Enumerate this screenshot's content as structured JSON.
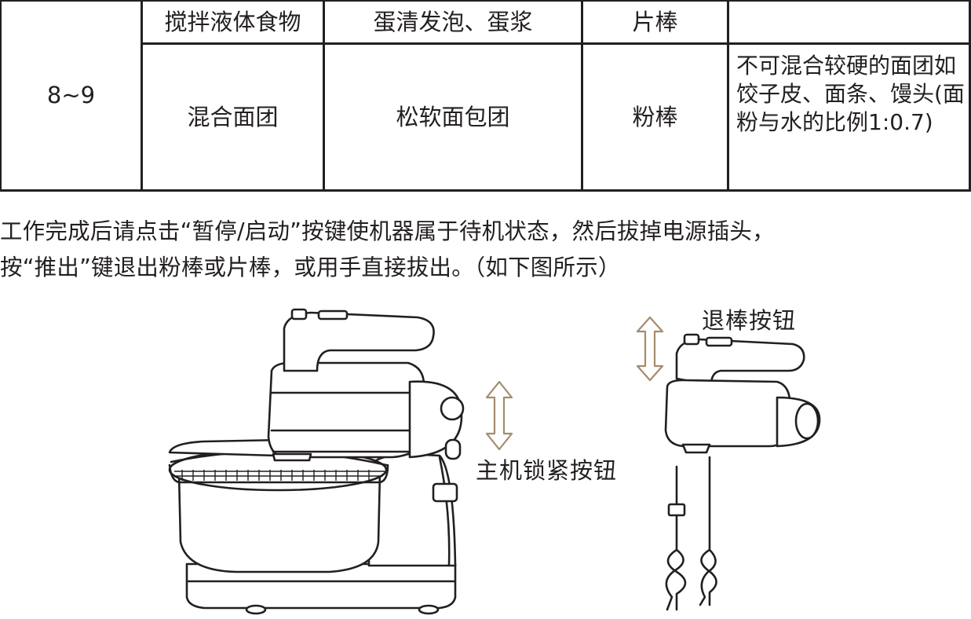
{
  "table": {
    "speed": "8~9",
    "row_top": {
      "function": "搅拌液体食物",
      "food": "蛋清发泡、蛋浆",
      "attachment": "片棒",
      "note": ""
    },
    "row_bottom": {
      "function": "混合面团",
      "food": "松软面包团",
      "attachment": "粉棒",
      "note": "不可混合较硬的面团如饺子皮、面条、馒头(面粉与水的比例1:0.7)"
    }
  },
  "instructions": {
    "line1": "工作完成后请点击“暂停/启动”按键使机器属于待机状态，然后拔掉电源插头，",
    "line2": "按“推出”键退出粉棒或片棒，或用手直接拔出。（如下图所示）"
  },
  "figure": {
    "label_lock": "主机锁紧按钮",
    "label_eject": "退棒按钮"
  }
}
